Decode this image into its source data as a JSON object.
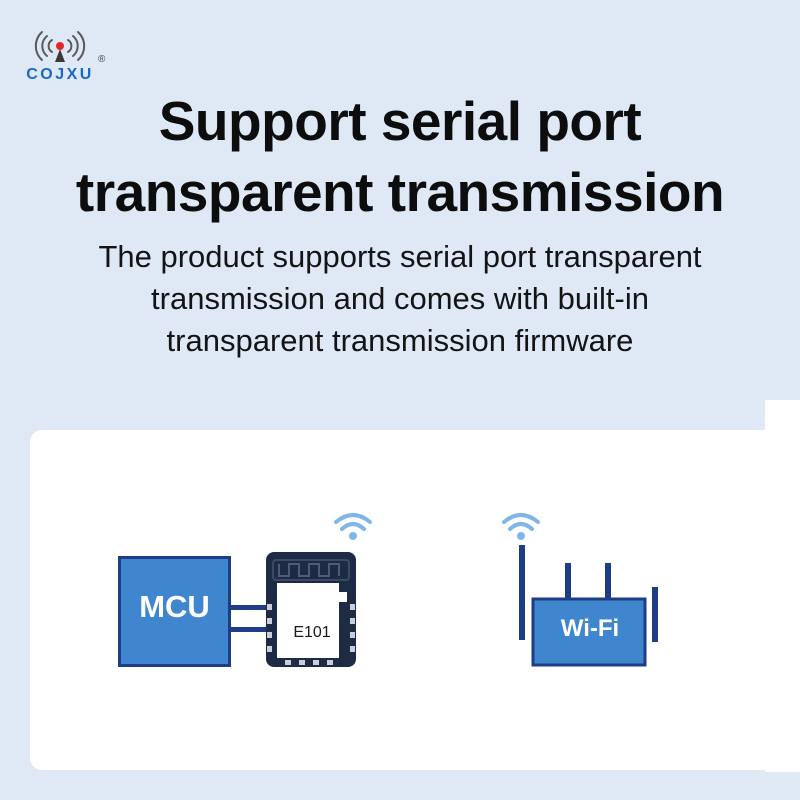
{
  "brand": {
    "name": "COJXU",
    "registered_mark": "®",
    "icon": "radio-antenna-icon",
    "color": "#1b67c8"
  },
  "headline": {
    "line1": "Support serial port",
    "line2": "transparent transmission"
  },
  "description": "The product supports serial port transparent transmission and comes with built-in transparent transmission firmware",
  "diagram": {
    "mcu": {
      "label": "MCU",
      "fill": "#3f86cf",
      "border": "#1d3e86"
    },
    "module": {
      "label": "E101",
      "icon": "wifi-signal-icon"
    },
    "router": {
      "label": "Wi-Fi",
      "icon": "wifi-signal-icon",
      "fill": "#3f86cf",
      "border": "#1d3e86"
    },
    "wifi_color": "#7fb6e8"
  },
  "colors": {
    "background": "#dfe9f6",
    "card": "#ffffff",
    "dark_blue": "#1d3e86"
  }
}
